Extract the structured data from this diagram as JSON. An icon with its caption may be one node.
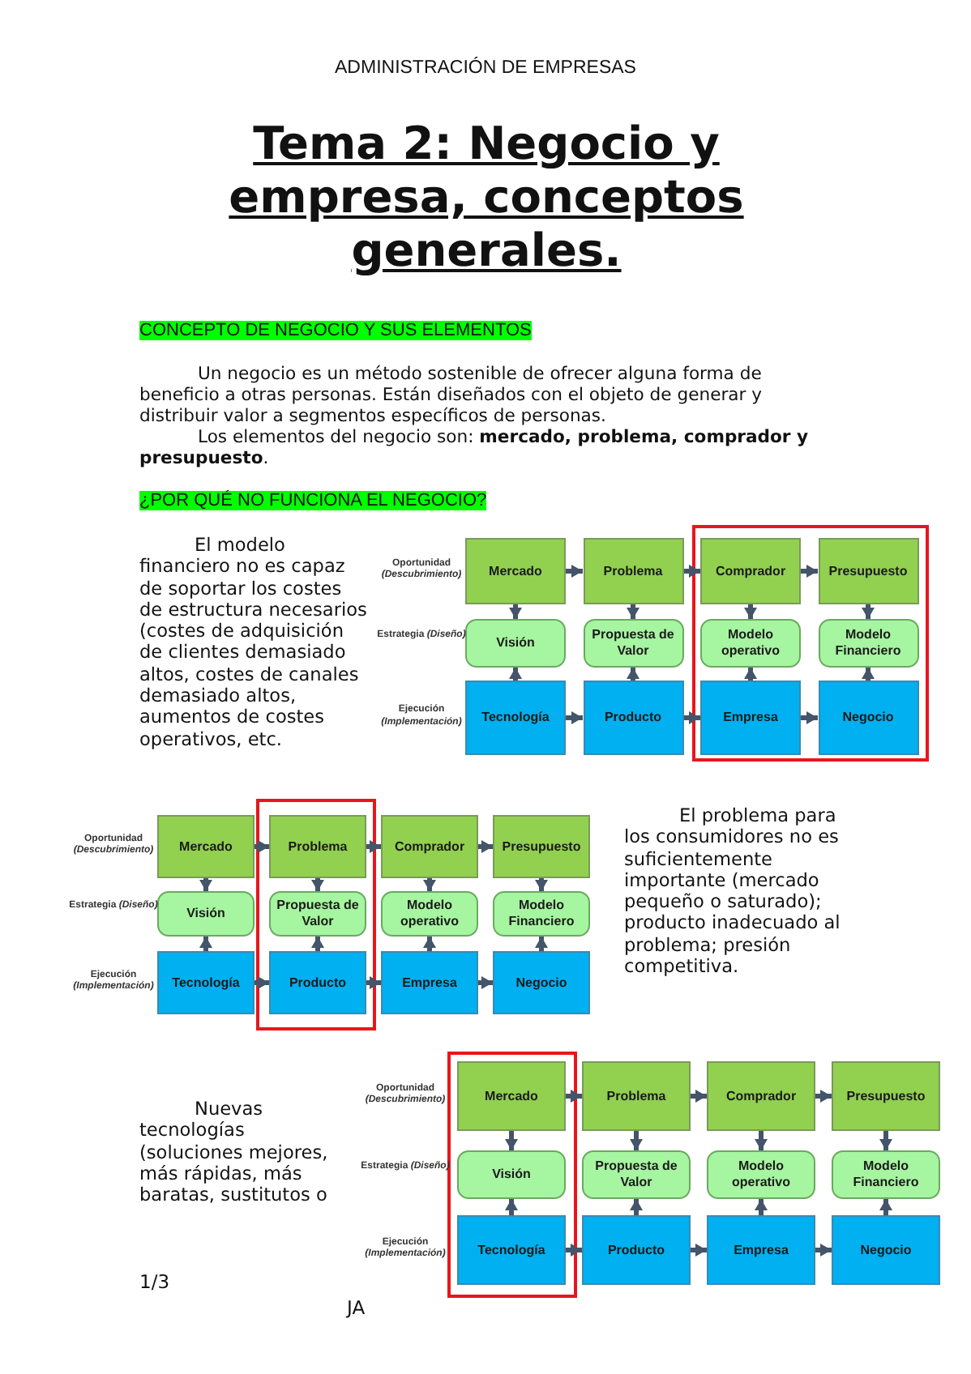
{
  "diagram": {
    "title": "Tema 2: Negocio y empresa, conceptos generales.",
    "nodes": [
      {
        "text": [
          "Mercado"
        ]
      },
      {
        "text": [
          "Problema"
        ]
      },
      {
        "text": [
          "Comprador"
        ]
      },
      {
        "text": [
          "Presupuesto"
        ]
      },
      {
        "text": [
          "Visión"
        ]
      },
      {
        "text": [
          "Propuesta de Valor"
        ]
      },
      {
        "text": [
          "Modelo operativo"
        ]
      },
      {
        "text": [
          "Modelo Financiero"
        ]
      },
      {
        "text": [
          "Tecnología"
        ]
      },
      {
        "text": [
          "Producto"
        ]
      },
      {
        "text": [
          "Empresa"
        ]
      },
      {
        "text": [
          "Negocio"
        ]
      },
      {
        "text": [
          "Mercado"
        ]
      },
      {
        "text": [
          "Problema"
        ]
      },
      {
        "text": [
          "Comprador"
        ]
      },
      {
        "text": [
          "Presupuesto"
        ]
      },
      {
        "text": [
          "Visión"
        ]
      },
      {
        "text": [
          "Propuesta de Valor"
        ]
      },
      {
        "text": [
          "Modelo operativo"
        ]
      },
      {
        "text": [
          "Modelo Financiero"
        ]
      },
      {
        "text": [
          "Tecnología"
        ]
      },
      {
        "text": [
          "Producto"
        ]
      },
      {
        "text": [
          "Empresa"
        ]
      },
      {
        "text": [
          "Negocio"
        ]
      },
      {
        "text": [
          "Mercado"
        ]
      },
      {
        "text": [
          "Problema"
        ]
      },
      {
        "text": [
          "Comprador"
        ]
      },
      {
        "text": [
          "Presupuesto"
        ]
      },
      {
        "text": [
          "Visión"
        ]
      },
      {
        "text": [
          "Propuesta de Valor"
        ]
      },
      {
        "text": [
          "Modelo operativo"
        ]
      },
      {
        "text": [
          "Modelo Financiero"
        ]
      },
      {
        "text": [
          "Tecnología"
        ]
      },
      {
        "text": [
          "Producto"
        ]
      },
      {
        "text": [
          "Empresa"
        ]
      },
      {
        "text": [
          "Negocio"
        ]
      }
    ],
    "edges": [
      {
        "from": 0,
        "to": 1,
        "arrow": "to"
      },
      {
        "from": 1,
        "to": 2,
        "arrow": "to"
      },
      {
        "from": 2,
        "to": 3,
        "arrow": "to"
      },
      {
        "from": 0,
        "to": 4,
        "arrow": "to"
      },
      {
        "from": 1,
        "to": 5,
        "arrow": "to"
      },
      {
        "from": 2,
        "to": 6,
        "arrow": "to"
      },
      {
        "from": 3,
        "to": 7,
        "arrow": "to"
      },
      {
        "from": 8,
        "to": 4,
        "arrow": "to"
      },
      {
        "from": 9,
        "to": 5,
        "arrow": "to"
      },
      {
        "from": 10,
        "to": 6,
        "arrow": "to"
      },
      {
        "from": 11,
        "to": 7,
        "arrow": "to"
      },
      {
        "from": 8,
        "to": 9,
        "arrow": "to"
      },
      {
        "from": 9,
        "to": 10,
        "arrow": "to"
      },
      {
        "from": 10,
        "to": 11,
        "arrow": "to"
      },
      {
        "from": 12,
        "to": 13,
        "arrow": "to"
      },
      {
        "from": 13,
        "to": 14,
        "arrow": "to"
      },
      {
        "from": 14,
        "to": 15,
        "arrow": "to"
      },
      {
        "from": 12,
        "to": 16,
        "arrow": "to"
      },
      {
        "from": 13,
        "to": 17,
        "arrow": "to"
      },
      {
        "from": 14,
        "to": 18,
        "arrow": "to"
      },
      {
        "from": 15,
        "to": 19,
        "arrow": "to"
      },
      {
        "from": 20,
        "to": 16,
        "arrow": "to"
      },
      {
        "from": 21,
        "to": 17,
        "arrow": "to"
      },
      {
        "from": 22,
        "to": 18,
        "arrow": "to"
      },
      {
        "from": 23,
        "to": 19,
        "arrow": "to"
      },
      {
        "from": 20,
        "to": 21,
        "arrow": "to"
      },
      {
        "from": 21,
        "to": 22,
        "arrow": "to"
      },
      {
        "from": 22,
        "to": 23,
        "arrow": "to"
      },
      {
        "from": 24,
        "to": 25,
        "arrow": "to"
      },
      {
        "from": 25,
        "to": 26,
        "arrow": "to"
      },
      {
        "from": 26,
        "to": 27,
        "arrow": "to"
      },
      {
        "from": 24,
        "to": 28,
        "arrow": "to"
      },
      {
        "from": 25,
        "to": 29,
        "arrow": "to"
      },
      {
        "from": 26,
        "to": 30,
        "arrow": "to"
      },
      {
        "from": 27,
        "to": 31,
        "arrow": "to"
      },
      {
        "from": 32,
        "to": 28,
        "arrow": "to"
      },
      {
        "from": 33,
        "to": 29,
        "arrow": "to"
      },
      {
        "from": 34,
        "to": 30,
        "arrow": "to"
      },
      {
        "from": 35,
        "to": 31,
        "arrow": "to"
      },
      {
        "from": 32,
        "to": 33,
        "arrow": "to"
      },
      {
        "from": 33,
        "to": 34,
        "arrow": "to"
      },
      {
        "from": 34,
        "to": 35,
        "arrow": "to"
      }
    ],
    "labels": [
      "ADMINISTRACIÓN DE EMPRESAS",
      "CONCEPTO DE NEGOCIO Y SUS ELEMENTOS",
      "Un negocio es un método sostenible de ofrecer alguna forma de beneficio a otras personas. Están diseñados con el objeto de generar y distribuir valor a segmentos específicos de personas.",
      "Los elementos del negocio son: **mercado, problema, comprador y presupuesto**.",
      "¿POR QUÉ NO FUNCIONA EL NEGOCIO?",
      "El modelo financiero no es capaz de soportar los costes de estructura necesarios (costes de adquisición de clientes demasiado altos, costes de canales demasiado altos, aumentos de costes operativos, etc.",
      "Oportunidad *(Descubrimiento)*",
      "Estrategia *(Diseño)*",
      "Ejecución *(Implementación)*",
      "Oportunidad *(Descubrimiento)*",
      "Estrategia *(Diseño)*",
      "Ejecución *(Implementación)*",
      "El problema para los consumidores no es suficientemente importante (mercado pequeño o saturado); producto inadecuado al problema; presión competitiva.",
      "Nuevas tecnologías (soluciones mejores, más rápidas, más baratas, sustitutos o",
      "Oportunidad *(Descubrimiento)*",
      "Estrategia *(Diseño)*",
      "Ejecución *(Implementación)*",
      "1/3",
      "JA"
    ]
  }
}
